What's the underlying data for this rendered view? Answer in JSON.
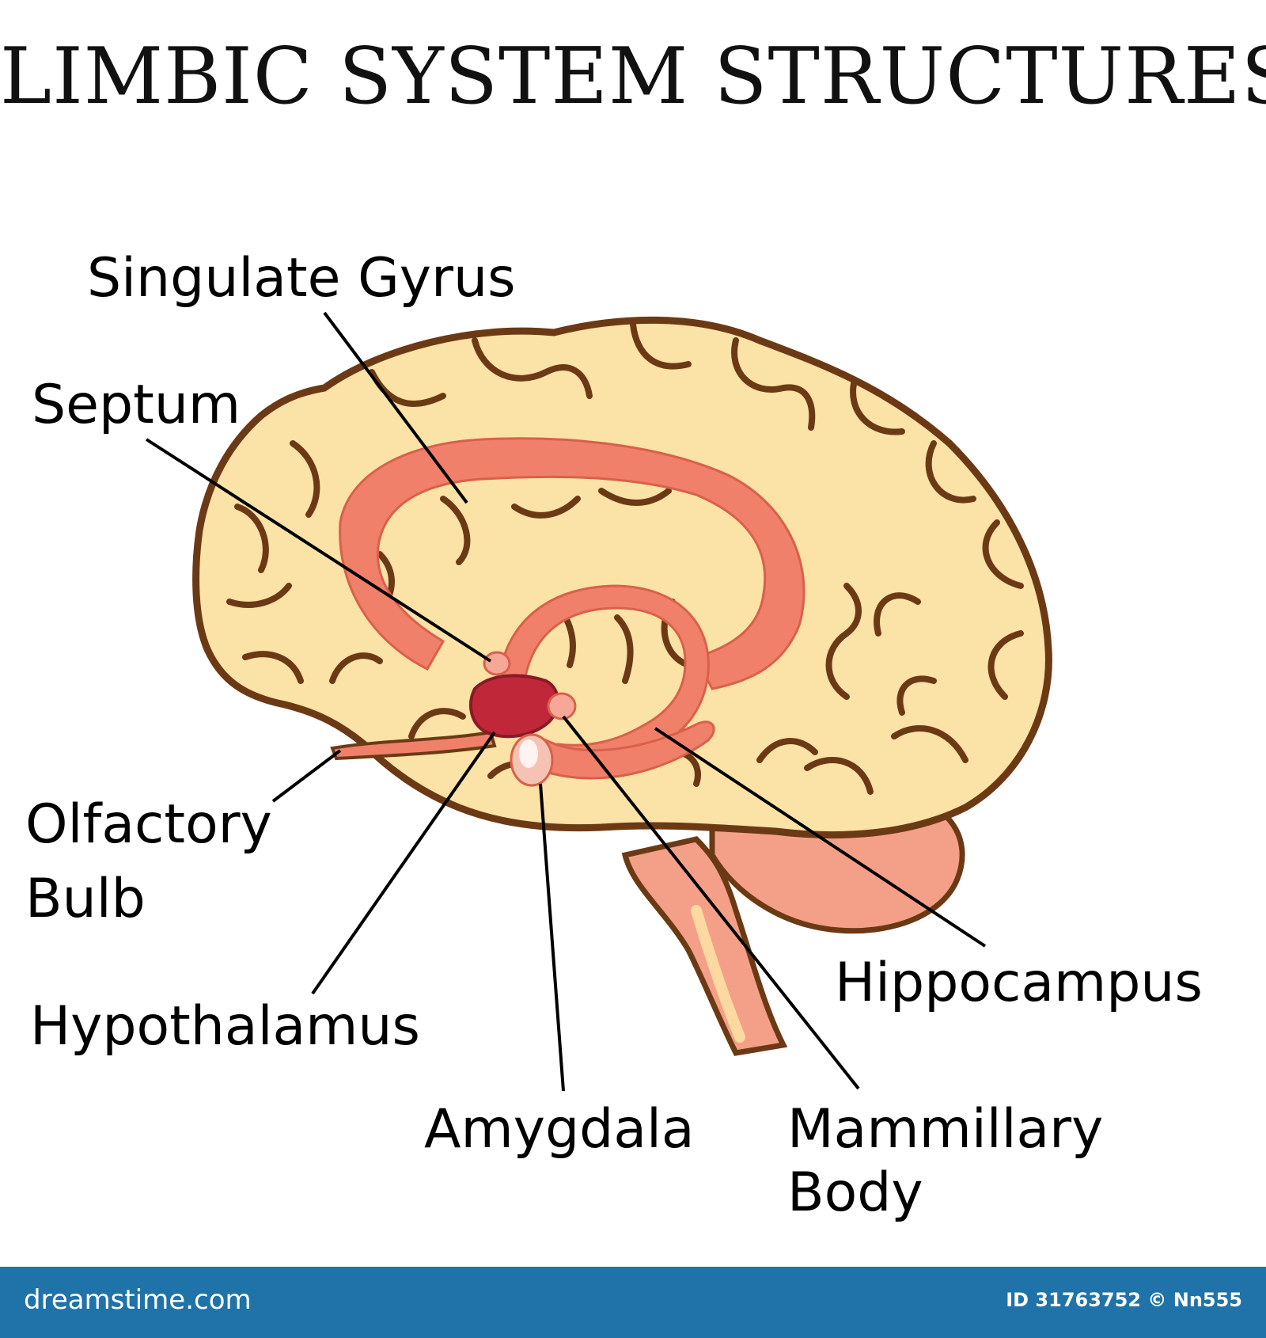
{
  "title": "LIMBIC SYSTEM STRUCTURES",
  "labels": {
    "cingulate": "Singulate Gyrus",
    "septum": "Septum",
    "olfactory_line1": "Olfactory",
    "olfactory_line2": "Bulb",
    "hypothalamus": "Hypothalamus",
    "amygdala": "Amygdala",
    "mammillary_line1": "Mammillary",
    "mammillary_line2": "Body",
    "hippocampus": "Hippocampus"
  },
  "footer": {
    "brand": "dreamstime.com",
    "stock_id": "ID 31763752 © Nn555"
  },
  "colors": {
    "cortex": "#fbe2a6",
    "outline": "#6b3a15",
    "limbic": "#f0806a",
    "cerebellum": "#f4a088",
    "deep": "#c0283a",
    "footer": "#1f73a8"
  }
}
